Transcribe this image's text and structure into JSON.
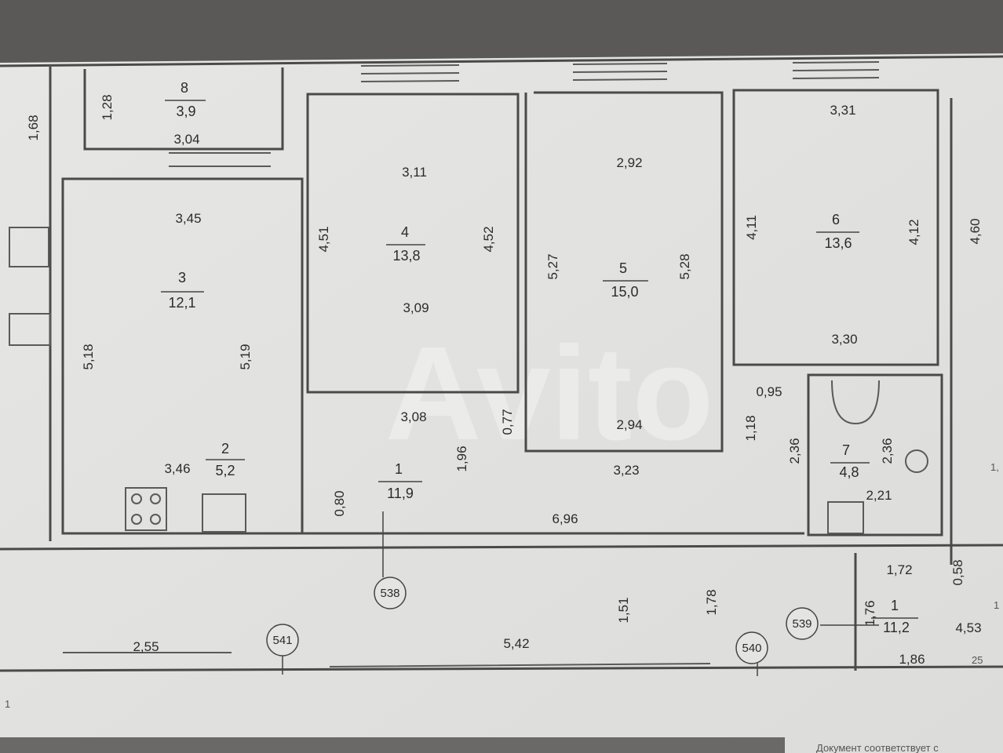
{
  "rooms": [
    {
      "num": "8",
      "area": "3,9"
    },
    {
      "num": "3",
      "area": "12,1"
    },
    {
      "num": "4",
      "area": "13,8"
    },
    {
      "num": "5",
      "area": "15,0"
    },
    {
      "num": "6",
      "area": "13,6"
    },
    {
      "num": "2",
      "area": "5,2"
    },
    {
      "num": "1",
      "area": "11,9"
    },
    {
      "num": "7",
      "area": "4,8"
    },
    {
      "num": "1",
      "area": "11,2"
    }
  ],
  "dimensions": [
    "1,68",
    "1,28",
    "3,04",
    "3,11",
    "2,92",
    "3,31",
    "3,45",
    "4,51",
    "4,52",
    "5,27",
    "5,28",
    "4,11",
    "4,12",
    "4,60",
    "3,09",
    "3,30",
    "5,18",
    "5,19",
    "3,08",
    "0,77",
    "2,94",
    "0,95",
    "1,18",
    "2,36",
    "2,36",
    "3,46",
    "1,96",
    "3,23",
    "2,21",
    "0,80",
    "6,96",
    "1,72",
    "0,58",
    "1,51",
    "1,78",
    "1,76",
    "4,53",
    "2,55",
    "5,42",
    "1,86"
  ],
  "markers": [
    "538",
    "541",
    "540",
    "539"
  ],
  "watermark": "Avito",
  "fragments": [
    "1",
    "25",
    "1,",
    "1",
    "Документ соответствует с"
  ]
}
